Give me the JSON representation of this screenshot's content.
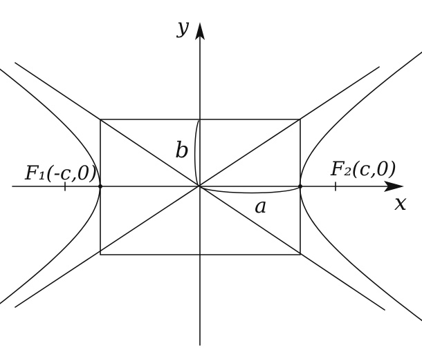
{
  "axes": {
    "x_label": "x",
    "y_label": "y"
  },
  "foci": {
    "left_label": "F₁(-c,0)",
    "right_label": "F₂(c,0)"
  },
  "semi_axes": {
    "a_label": "a",
    "b_label": "b"
  },
  "colors": {
    "ink": "#111111",
    "paper": "#ffffff"
  }
}
